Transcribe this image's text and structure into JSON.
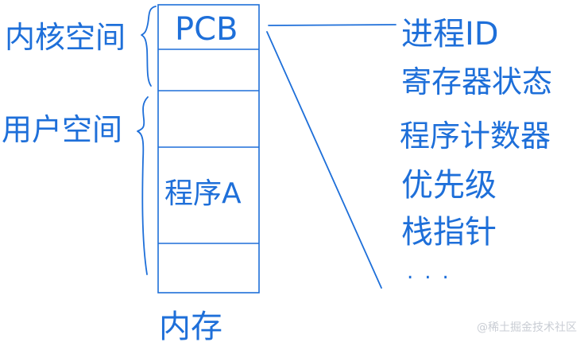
{
  "labels": {
    "kernel_space": "内核空间",
    "user_space": "用户空间",
    "memory": "内存"
  },
  "memory_blocks": {
    "pcb": "PCB",
    "program": "程序A"
  },
  "pcb_fields": [
    "进程ID",
    "寄存器状态",
    "程序计数器",
    "优先级",
    "栈指针",
    "..."
  ],
  "watermark": "@稀土掘金技术社区",
  "colors": {
    "ink": "#1e6fd9",
    "watermark": "#c9cdd4"
  }
}
